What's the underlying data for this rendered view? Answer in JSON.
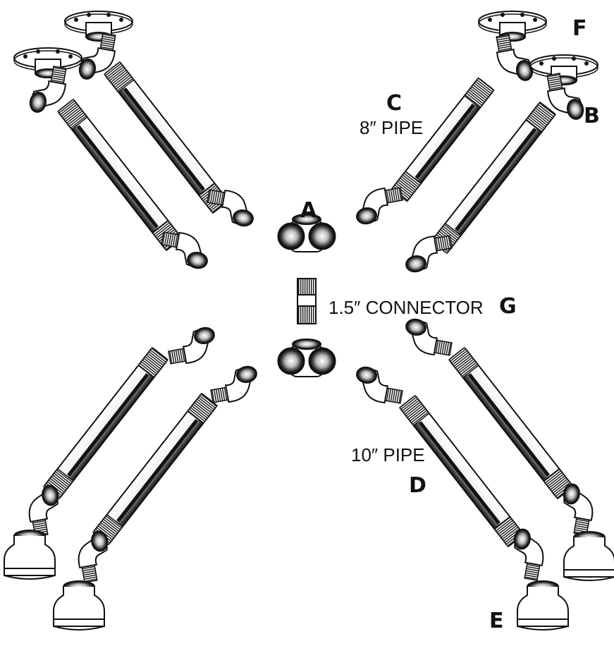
{
  "labels": {
    "a": "A",
    "b": "B",
    "c": "C",
    "c_caption": "8″ PIPE",
    "d": "D",
    "d_caption": "10″ PIPE",
    "e": "E",
    "f": "F",
    "g": "G",
    "g_caption": "1.5″ CONNECTOR"
  },
  "colors": {
    "line": "#111111",
    "fill": "#ffffff"
  }
}
